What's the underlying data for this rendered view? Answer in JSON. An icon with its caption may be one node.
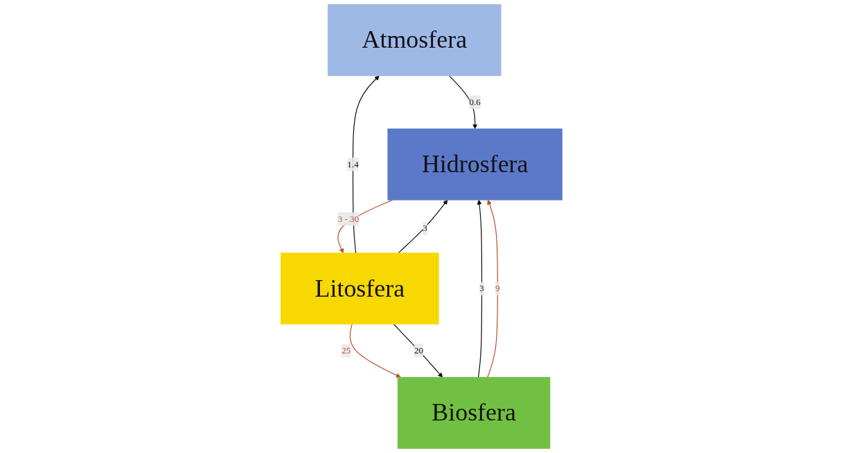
{
  "diagram": {
    "nodes": [
      {
        "text": [
          "Atmosfera"
        ]
      },
      {
        "text": [
          "Hidrosfera"
        ]
      },
      {
        "text": [
          "Biosfera"
        ]
      },
      {
        "text": [
          "Litosfera"
        ]
      }
    ],
    "edges": [
      {
        "from": 0,
        "to": 1,
        "arrow": "to",
        "label": "0.6"
      },
      {
        "from": 2,
        "to": 1,
        "arrow": "to",
        "label": "3"
      },
      {
        "from": 2,
        "to": 1,
        "arrow": "to",
        "label": "9",
        "color": "#c0502e"
      },
      {
        "from": 3,
        "to": 0,
        "arrow": "to",
        "label": "1.4"
      },
      {
        "from": 3,
        "to": 1,
        "arrow": "to",
        "label": "3"
      },
      {
        "from": 1,
        "to": 3,
        "arrow": "to",
        "label": "3 - 30",
        "color": "#c0502e"
      },
      {
        "from": 3,
        "to": 2,
        "arrow": "to",
        "label": "25",
        "color": "#c0502e"
      },
      {
        "from": 3,
        "to": 2,
        "arrow": "to",
        "label": "20"
      }
    ]
  }
}
